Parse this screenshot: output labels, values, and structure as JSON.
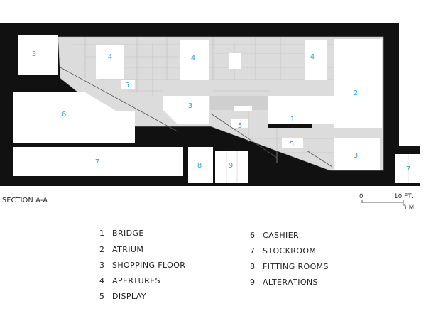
{
  "diagram": {
    "title": "SECTION A-A",
    "scale_bar": {
      "zero": "0",
      "feet": "10 FT.",
      "meters": "3 M."
    },
    "label_color": "#2aa6df",
    "room_labels": [
      "3",
      "4",
      "4",
      "4",
      "5",
      "2",
      "3",
      "6",
      "1",
      "5",
      "5",
      "3",
      "7",
      "8",
      "9",
      "7"
    ],
    "legend": [
      {
        "num": "1",
        "label": "BRIDGE"
      },
      {
        "num": "2",
        "label": "ATRIUM"
      },
      {
        "num": "3",
        "label": "SHOPPING FLOOR"
      },
      {
        "num": "4",
        "label": "APERTURES"
      },
      {
        "num": "5",
        "label": "DISPLAY"
      },
      {
        "num": "6",
        "label": "CASHIER"
      },
      {
        "num": "7",
        "label": "STOCKROOM"
      },
      {
        "num": "8",
        "label": "FITTING ROOMS"
      },
      {
        "num": "9",
        "label": "ALTERATIONS"
      }
    ]
  }
}
